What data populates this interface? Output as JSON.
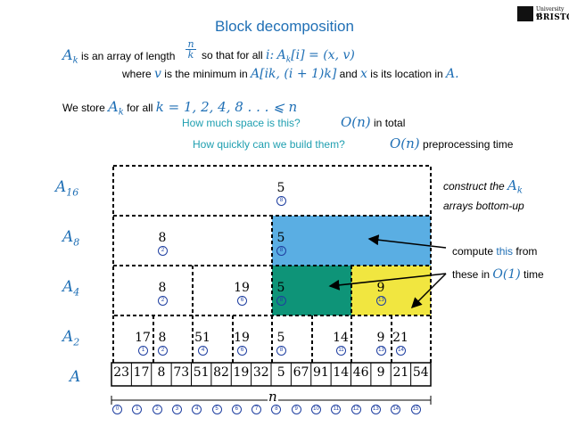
{
  "title": "Block decomposition",
  "logo": {
    "line1": "University of",
    "line2": "BRISTOL"
  },
  "line1": {
    "pre": "is an array of length",
    "mid": "so that for all",
    "sym_Ak": "A",
    "sub_k": "k",
    "frac_top": "n",
    "frac_bot": "k",
    "i_colon": "i:",
    "eq": "A",
    "eq_rest": "[i] = (x, v)"
  },
  "line2": {
    "pre": "where",
    "v": "v",
    "mid": "is the minimum in",
    "range": "A[ik, (i + 1)k]",
    "and": "and",
    "x": "x",
    "post": "is its location in",
    "A": "A."
  },
  "line3": {
    "pre": "We store",
    "sym": "A",
    "sub": "k",
    "mid": "for all",
    "expr": "k = 1, 2, 4, 8 . . . ⩽ n"
  },
  "q1": {
    "question": "How much space is this?",
    "answer_math": "O(n)",
    "answer_text": "in total"
  },
  "q2": {
    "question": "How quickly can we build them?",
    "answer_math": "O(n)",
    "answer_text": "preprocessing time"
  },
  "row_labels": [
    {
      "name": "A",
      "sub": "16"
    },
    {
      "name": "A",
      "sub": "8"
    },
    {
      "name": "A",
      "sub": "4"
    },
    {
      "name": "A",
      "sub": "2"
    },
    {
      "name": "A",
      "sub": ""
    }
  ],
  "array_values": [
    "23",
    "17",
    "8",
    "73",
    "51",
    "82",
    "19",
    "32",
    "5",
    "67",
    "91",
    "14",
    "46",
    "9",
    "21",
    "54"
  ],
  "indices": [
    "0",
    "1",
    "2",
    "3",
    "4",
    "5",
    "6",
    "7",
    "8",
    "9",
    "10",
    "11",
    "12",
    "13",
    "14",
    "15"
  ],
  "A16": [
    {
      "v": "5",
      "i": "8"
    }
  ],
  "A8": [
    {
      "v": "8",
      "i": "2"
    },
    {
      "v": "5",
      "i": "8"
    }
  ],
  "A4": [
    {
      "v": "8",
      "i": "2"
    },
    {
      "v": "19",
      "i": "6"
    },
    {
      "v": "5",
      "i": "8"
    },
    {
      "v": "9",
      "i": "13"
    }
  ],
  "A2": [
    {
      "v": "17",
      "i": "1"
    },
    {
      "v": "8",
      "i": "2"
    },
    {
      "v": "51",
      "i": "4"
    },
    {
      "v": "19",
      "i": "6"
    },
    {
      "v": "5",
      "i": "8"
    },
    {
      "v": "14",
      "i": "11"
    },
    {
      "v": "9",
      "i": "13"
    },
    {
      "v": "21",
      "i": "14"
    }
  ],
  "n_label": "n",
  "notes": {
    "construct1": "construct the",
    "construct_sym": "A",
    "construct_sub": "k",
    "construct2": "arrays bottom-up",
    "compute1": "compute",
    "compute_this": "this",
    "compute2": "from",
    "these1": "these in",
    "these_math": "O(1)",
    "these2": "time"
  },
  "colors": {
    "blue_block": "#5aaee3",
    "green_block": "#0e9478",
    "yellow_block": "#f1e640",
    "accent": "#1f6fb5"
  }
}
